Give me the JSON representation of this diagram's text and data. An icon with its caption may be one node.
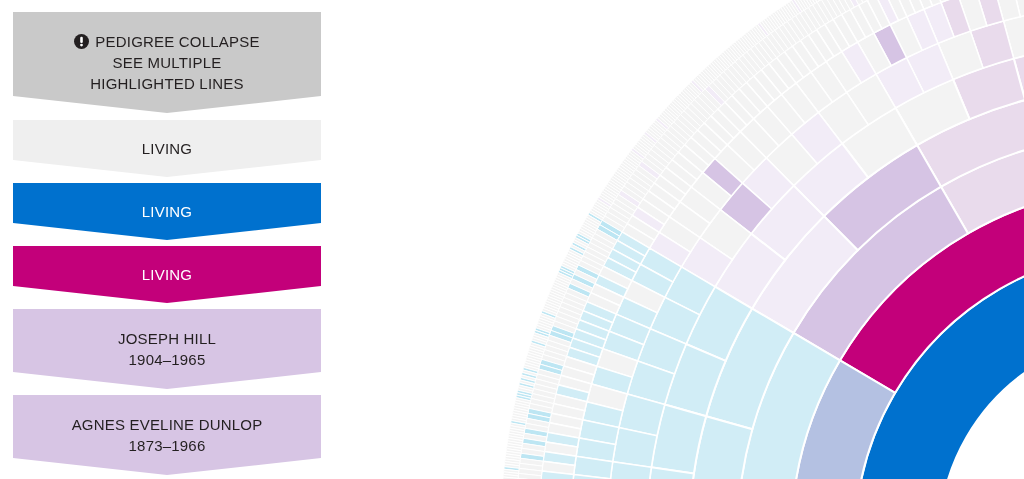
{
  "diagram": {
    "nodes": [
      {
        "text": [
          "PEDIGREE COLLAPSE",
          "SEE MULTIPLE HIGHLIGHTED LINES"
        ]
      },
      {
        "text": [
          "LIVING"
        ]
      },
      {
        "text": [
          "LIVING"
        ]
      },
      {
        "text": [
          "LIVING"
        ]
      },
      {
        "text": [
          "JOSEPH HILL",
          "1904–1965"
        ]
      },
      {
        "text": [
          "AGNES EVELINE DUNLOP",
          "1873–1966"
        ]
      }
    ]
  }
}
